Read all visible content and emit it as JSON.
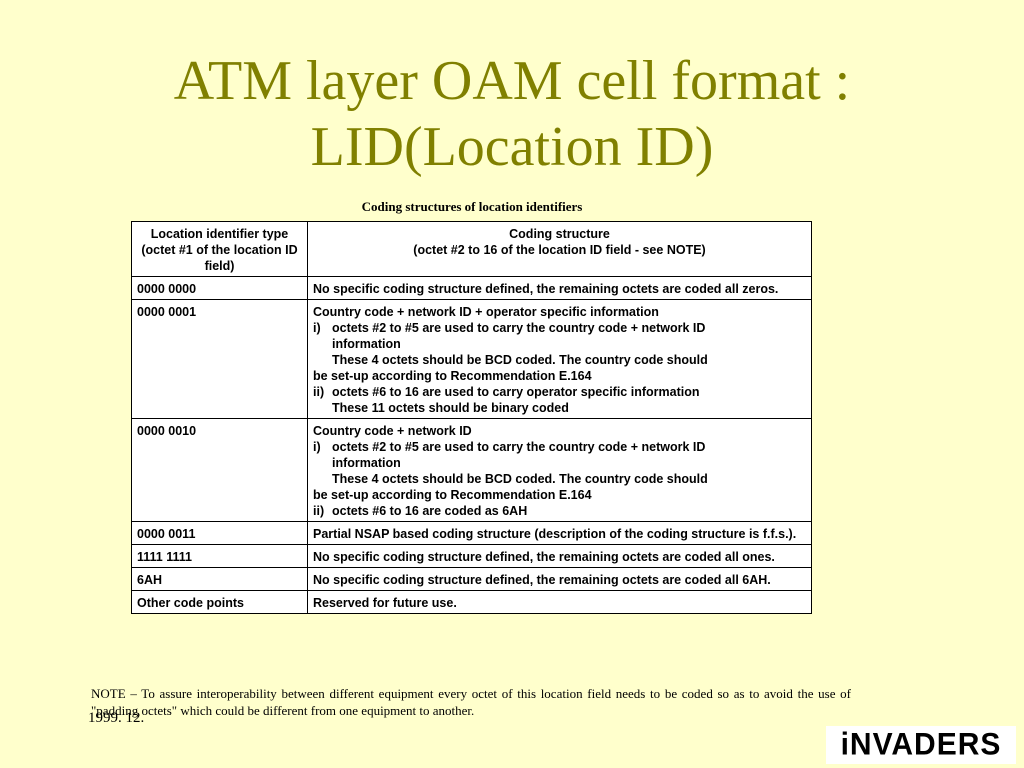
{
  "title": {
    "line1": "ATM layer OAM cell format :",
    "line2": "LID(Location ID)"
  },
  "table": {
    "caption": "Coding structures of location identifiers",
    "headers": {
      "col1": "Location identifier type (octet #1 of the location ID field)",
      "col2_line1": "Coding structure",
      "col2_line2": "(octet #2 to 16 of the location ID field - see NOTE)"
    },
    "rows": [
      {
        "code": "0000 0000",
        "lines": [
          {
            "text": "No specific coding structure defined, the remaining octets are coded all zeros."
          }
        ]
      },
      {
        "code": "0000 0001",
        "lines": [
          {
            "text": "Country code + network ID + operator specific information"
          },
          {
            "marker": "i)",
            "text": "octets #2 to #5 are used to carry the country code + network ID"
          },
          {
            "indent": true,
            "text": "information"
          },
          {
            "indent": true,
            "text": "These 4 octets should be BCD coded. The country code should"
          },
          {
            "text": "be set-up  according to Recommendation E.164"
          },
          {
            "marker": "ii)",
            "text": "octets #6 to 16 are used to carry operator specific information"
          },
          {
            "indent": true,
            "text": "These 11 octets should be binary coded"
          }
        ]
      },
      {
        "code": "0000 0010",
        "lines": [
          {
            "text": "Country code + network ID"
          },
          {
            "marker": "i)",
            "text": "octets #2 to #5 are used to carry the country code + network ID"
          },
          {
            "indent": true,
            "text": "information"
          },
          {
            "indent": true,
            "text": "These 4 octets should be BCD coded. The country code should"
          },
          {
            "text": "be set-up  according to Recommendation E.164"
          },
          {
            "marker": "ii)",
            "text": "octets #6 to 16 are coded as 6AH"
          }
        ]
      },
      {
        "code": "0000 0011",
        "lines": [
          {
            "text": "Partial NSAP based coding structure (description of the coding structure is f.f.s.)."
          }
        ]
      },
      {
        "code": "1111 1111",
        "lines": [
          {
            "text": "No specific coding structure defined, the remaining octets are coded all ones."
          }
        ]
      },
      {
        "code": "6AH",
        "lines": [
          {
            "text": "No specific coding structure defined, the remaining octets are coded all 6AH."
          }
        ]
      },
      {
        "code": "Other code points",
        "lines": [
          {
            "text": "Reserved for future use."
          }
        ]
      }
    ]
  },
  "note": "NOTE – To assure interoperability between different equipment every octet of this location field needs to be coded so as to avoid the use of \"padding octets\" which could be different from one equipment to another.",
  "date": "1999. 12.",
  "logo": "iNVADERS",
  "colors": {
    "background": "#ffffcc",
    "title": "#808000",
    "table_bg": "#ffffff"
  }
}
